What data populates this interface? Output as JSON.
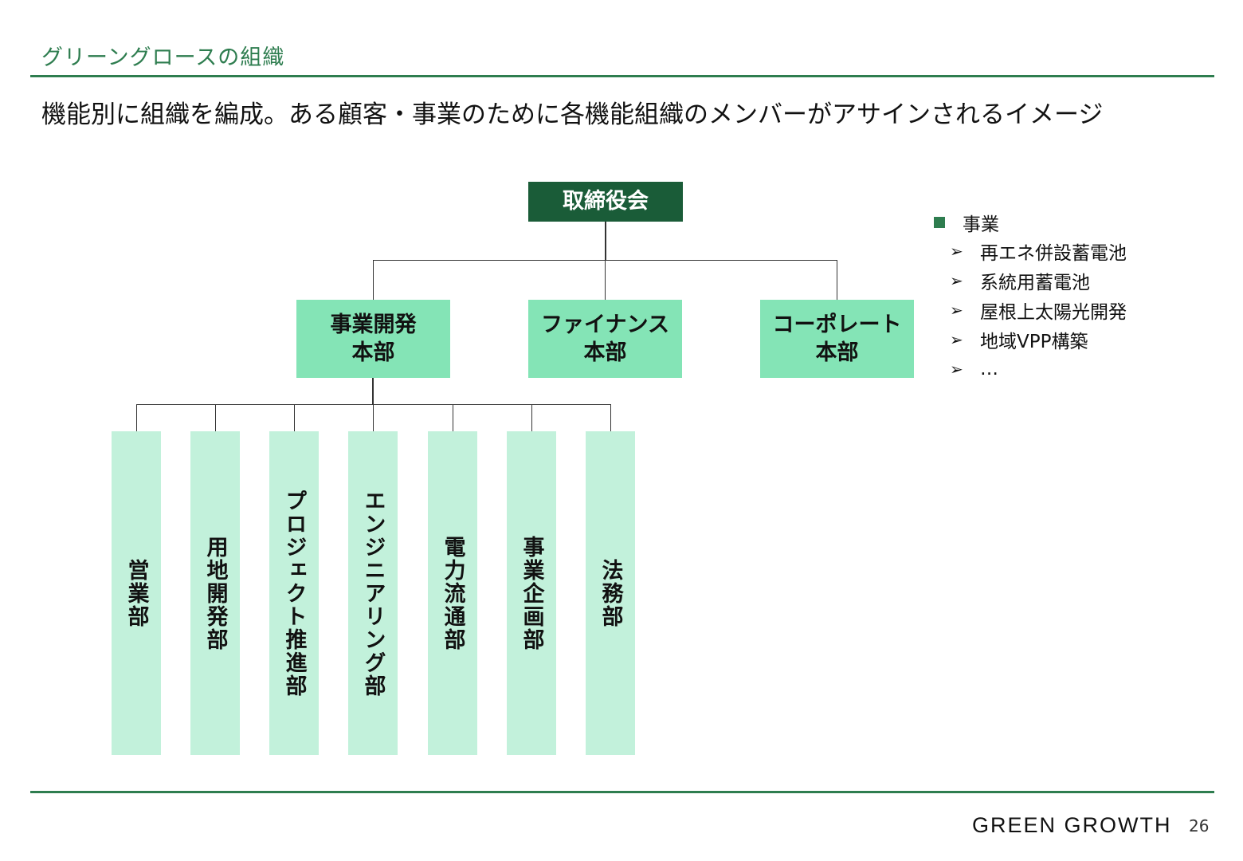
{
  "header": {
    "title": "グリーングロースの組織",
    "subtitle": "機能別に組織を編成。ある顧客・事業のために各機能組織のメンバーがアサインされるイメージ"
  },
  "org": {
    "board": "取締役会",
    "hqs": [
      {
        "line1": "事業開発",
        "line2": "本部"
      },
      {
        "line1": "ファイナンス",
        "line2": "本部"
      },
      {
        "line1": "コーポレート",
        "line2": "本部"
      }
    ],
    "departments": [
      "営業部",
      "用地開発部",
      "プロジェクト推進部",
      "エンジニアリング部",
      "電力流通部",
      "事業企画部",
      "法務部"
    ]
  },
  "legend": {
    "heading": "事業",
    "items": [
      "再エネ併設蓄電池",
      "系統用蓄電池",
      "屋根上太陽光開発",
      "地域VPP構築",
      "…"
    ],
    "arrow_glyph": "➢"
  },
  "footer": {
    "logo_text": "GREEN GROWTH",
    "page_number": "26"
  },
  "colors": {
    "accent": "#2e7d4f",
    "board": "#1a5c38",
    "hq": "#84e4b6",
    "dept": "#c2f1db"
  }
}
